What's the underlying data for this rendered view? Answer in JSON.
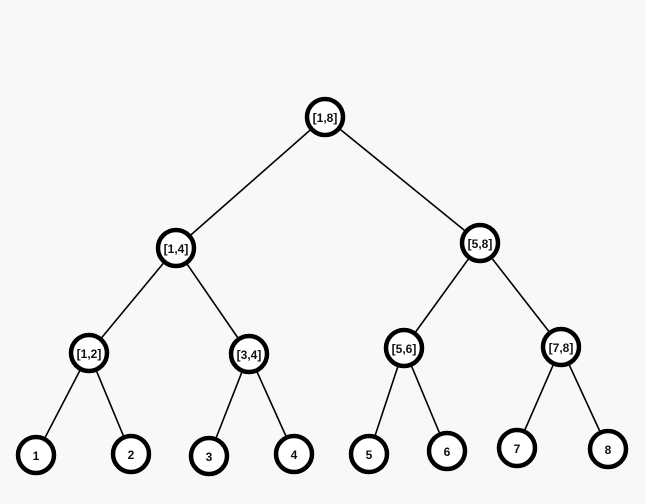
{
  "diagram": {
    "type": "segment-tree",
    "nodes": [
      {
        "id": "n18",
        "label": "[1,8]"
      },
      {
        "id": "n14",
        "label": "[1,4]"
      },
      {
        "id": "n58",
        "label": "[5,8]"
      },
      {
        "id": "n12",
        "label": "[1,2]"
      },
      {
        "id": "n34",
        "label": "[3,4]"
      },
      {
        "id": "n56",
        "label": "[5,6]"
      },
      {
        "id": "n78",
        "label": "[7,8]"
      },
      {
        "id": "l1",
        "label": "1"
      },
      {
        "id": "l2",
        "label": "2"
      },
      {
        "id": "l3",
        "label": "3"
      },
      {
        "id": "l4",
        "label": "4"
      },
      {
        "id": "l5",
        "label": "5"
      },
      {
        "id": "l6",
        "label": "6"
      },
      {
        "id": "l7",
        "label": "7"
      },
      {
        "id": "l8",
        "label": "8"
      }
    ],
    "edges": [
      [
        "n18",
        "n14"
      ],
      [
        "n18",
        "n58"
      ],
      [
        "n14",
        "n12"
      ],
      [
        "n14",
        "n34"
      ],
      [
        "n58",
        "n56"
      ],
      [
        "n58",
        "n78"
      ],
      [
        "n12",
        "l1"
      ],
      [
        "n12",
        "l2"
      ],
      [
        "n34",
        "l3"
      ],
      [
        "n34",
        "l4"
      ],
      [
        "n56",
        "l5"
      ],
      [
        "n56",
        "l6"
      ],
      [
        "n78",
        "l7"
      ],
      [
        "n78",
        "l8"
      ]
    ]
  }
}
